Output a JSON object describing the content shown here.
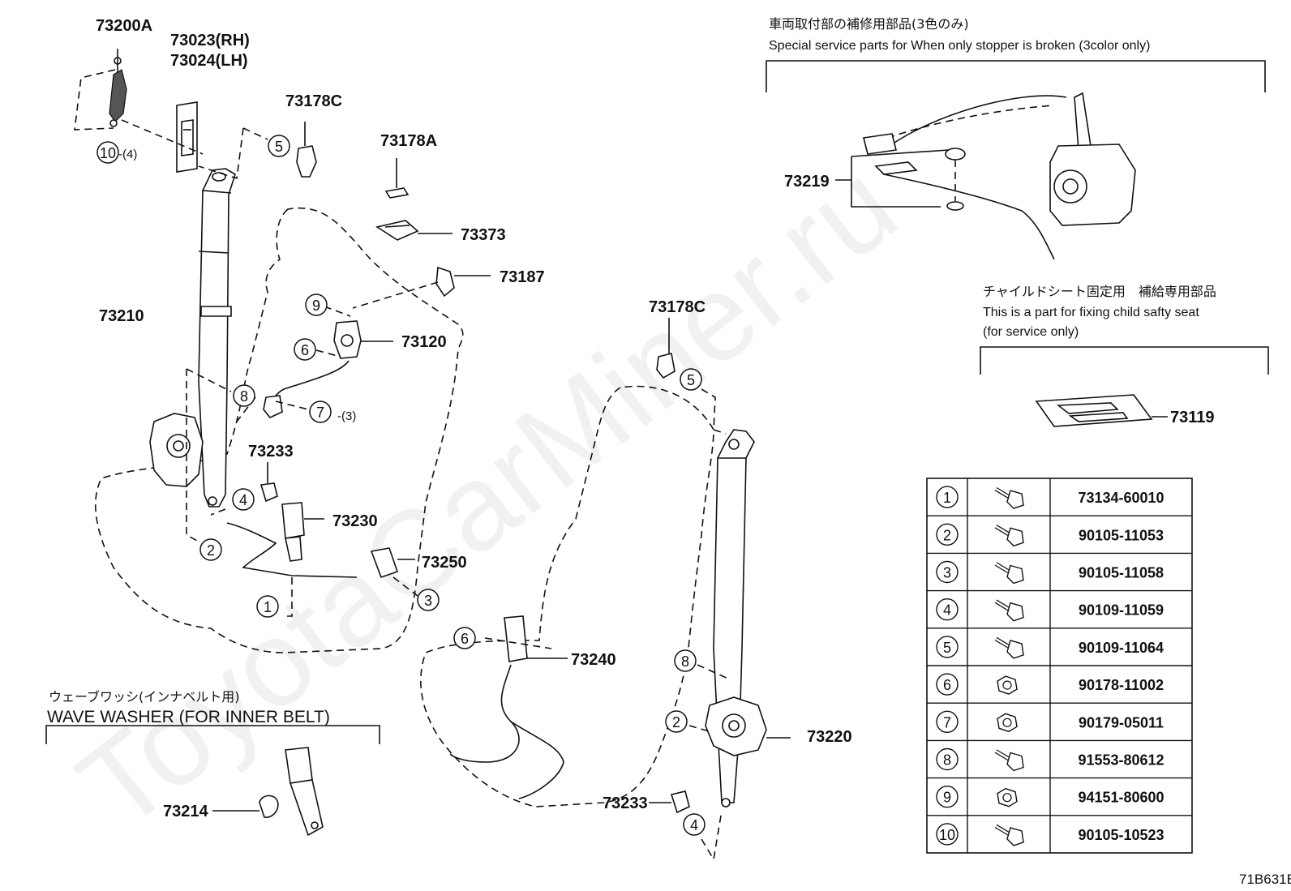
{
  "watermark": "ToyotaCarMiner.ru",
  "figure_ref": "71B631B",
  "part_labels": {
    "p73200A": "73200A",
    "p73023": "73023(RH)",
    "p73024": "73024(LH)",
    "p73178C_top": "73178C",
    "p73178A": "73178A",
    "p73373": "73373",
    "p73187": "73187",
    "p73120": "73120",
    "p73210": "73210",
    "p73233_left": "73233",
    "p73230": "73230",
    "p73250": "73250",
    "p73178C_right": "73178C",
    "p73240": "73240",
    "p73220": "73220",
    "p73233_right": "73233",
    "p73214": "73214",
    "p73219": "73219",
    "p73119": "73119"
  },
  "qty_labels": {
    "q10": "-(4)",
    "q7": "-(3)"
  },
  "notes": {
    "stopper_jp": "車両取付部の補修用部品(3色のみ)",
    "stopper_en": "Special service parts for When only stopper is broken (3color only)",
    "child_jp": "チャイルドシート固定用　補給専用部品",
    "child_en1": "This is a part for fixing child safty seat",
    "child_en2": "(for service only)",
    "washer_jp": "ウェーブワッシ(インナベルト用)",
    "washer_en": "WAVE WASHER (FOR INNER BELT)"
  },
  "fastener_table": {
    "rows": [
      {
        "no": "1",
        "part": "73134-60010"
      },
      {
        "no": "2",
        "part": "90105-11053"
      },
      {
        "no": "3",
        "part": "90105-11058"
      },
      {
        "no": "4",
        "part": "90109-11059"
      },
      {
        "no": "5",
        "part": "90109-11064"
      },
      {
        "no": "6",
        "part": "90178-11002"
      },
      {
        "no": "7",
        "part": "90179-05011"
      },
      {
        "no": "8",
        "part": "91553-80612"
      },
      {
        "no": "9",
        "part": "94151-80600"
      },
      {
        "no": "10",
        "part": "90105-10523"
      }
    ]
  }
}
